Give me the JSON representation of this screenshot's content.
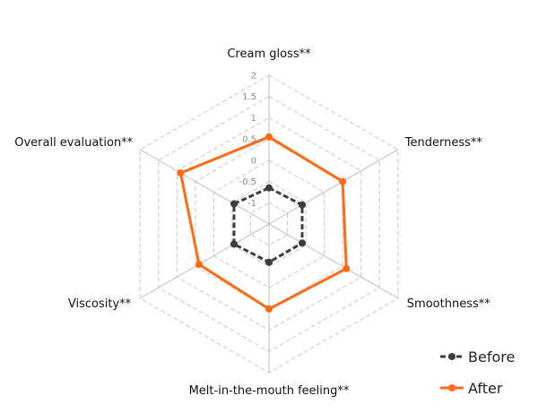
{
  "chart_data": {
    "type": "radar",
    "axes": [
      "Cream gloss**",
      "Tenderness**",
      "Smoothness**",
      "Melt-in-the-mouth feeling**",
      "Viscosity**",
      "Overall evaluation**"
    ],
    "ticks": [
      "2",
      "1.5",
      "1",
      "0.5",
      "0",
      "-0.5",
      "-1"
    ],
    "tick_values": [
      2,
      1.5,
      1,
      0.5,
      0,
      -0.5,
      -1
    ],
    "rlim": [
      -1.5,
      2
    ],
    "grid": true,
    "legend_position": "bottom-right",
    "series": [
      {
        "name": "Before",
        "values": [
          -0.65,
          -0.6,
          -0.6,
          -0.6,
          -0.55,
          -0.55
        ],
        "color": "#3d3d3d",
        "dashed": true
      },
      {
        "name": "After",
        "values": [
          0.55,
          0.5,
          0.6,
          0.5,
          0.4,
          0.9
        ],
        "color": "#ff6a13",
        "dashed": false
      }
    ]
  }
}
